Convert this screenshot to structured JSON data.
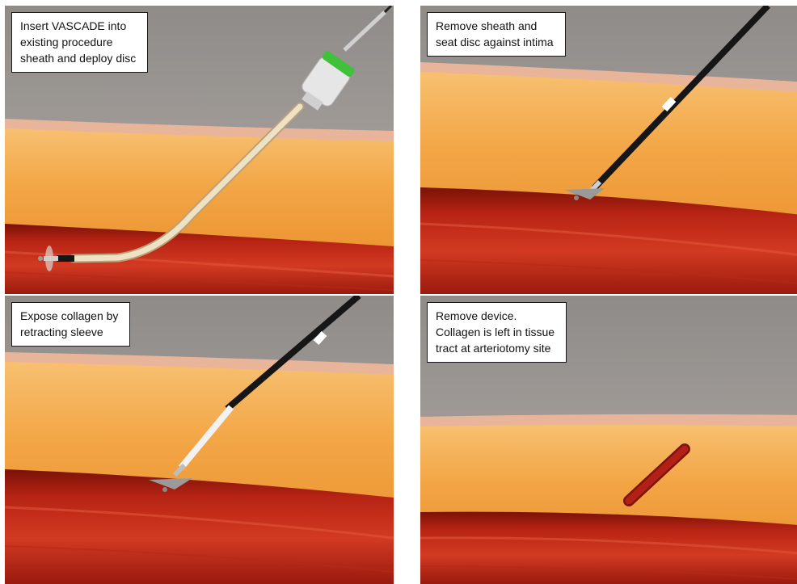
{
  "panels": [
    {
      "step": "insert",
      "caption": "Insert VASCADE into\nexisting procedure\nsheath and deploy disc"
    },
    {
      "step": "seat",
      "caption": "Remove sheath and\nseat disc against intima"
    },
    {
      "step": "expose",
      "caption": "Expose collagen by\nretracting sleeve"
    },
    {
      "step": "remove",
      "caption": "Remove device.\nCollagen is left in tissue\ntract at arteriotomy site"
    }
  ],
  "colors": {
    "background_top": "#a29c98",
    "skin": "#e9b59a",
    "tissue": "#f0a03c",
    "tissue_dark": "#e88a2a",
    "vessel": "#c82a18",
    "vessel_dark": "#8e1a10",
    "device_black": "#161616",
    "sheath_tan": "#e7d6b4",
    "hub_green": "#3fc23a",
    "collagen": "#a51a12"
  }
}
